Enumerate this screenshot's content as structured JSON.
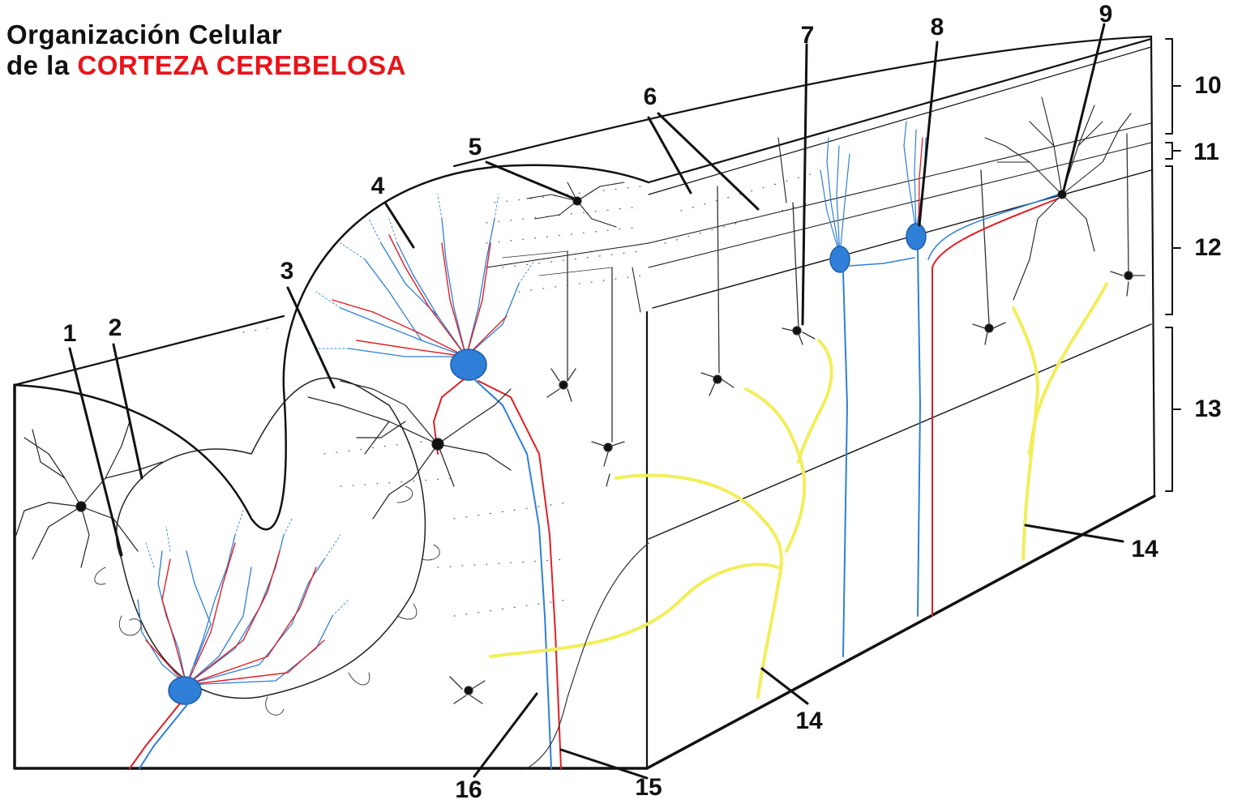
{
  "title": {
    "line1": "Organización Celular",
    "line2_prefix": "de la",
    "line2_highlight": "CORTEZA CEREBELOSA"
  },
  "labels": {
    "n1": "1",
    "n2": "2",
    "n3": "3",
    "n4": "4",
    "n5": "5",
    "n6": "6",
    "n7": "7",
    "n8": "8",
    "n9": "9",
    "n10": "10",
    "n11": "11",
    "n12": "12",
    "n13": "13",
    "n14a": "14",
    "n14b": "14",
    "n15": "15",
    "n16": "16"
  },
  "colors": {
    "axon_red": "#e01f26",
    "dendrite_blue": "#2f7fd8",
    "fiber_yellow": "#f2ee5a",
    "ink": "#111111",
    "title_highlight": "#e8141a"
  }
}
